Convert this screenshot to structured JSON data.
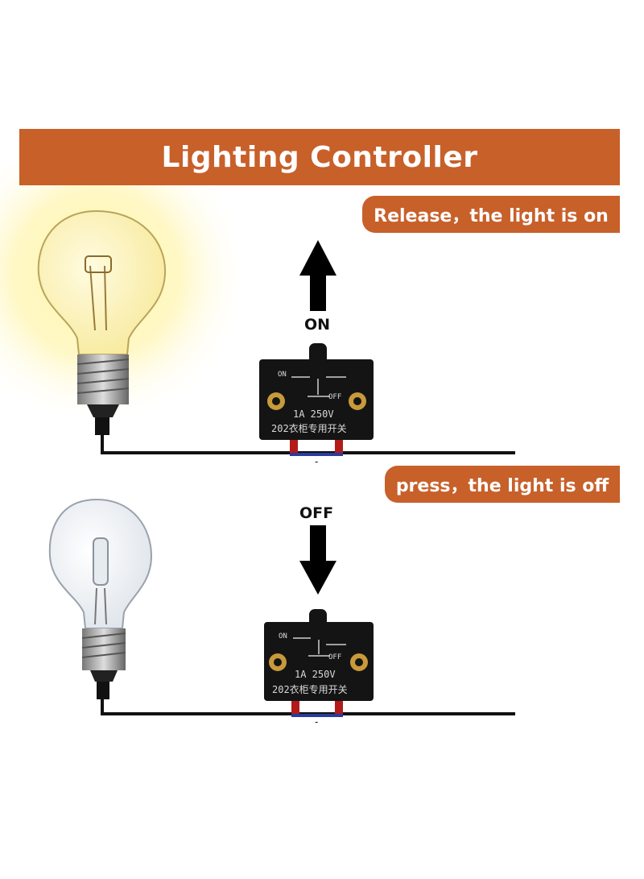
{
  "header": {
    "title": "Lighting Controller"
  },
  "panels": [
    {
      "caption": "Release，the light is on",
      "state_label": "ON"
    },
    {
      "caption": "press，the light is off",
      "state_label": "OFF"
    }
  ],
  "switch": {
    "on_text": "ON",
    "off_text": "OFF",
    "rating": "1A 250V",
    "model": "202衣柜专用开关",
    "plus": "+",
    "minus": "-"
  },
  "colors": {
    "accent": "#c8602a",
    "switch_body": "#141414",
    "glow": "#fff3a0"
  }
}
